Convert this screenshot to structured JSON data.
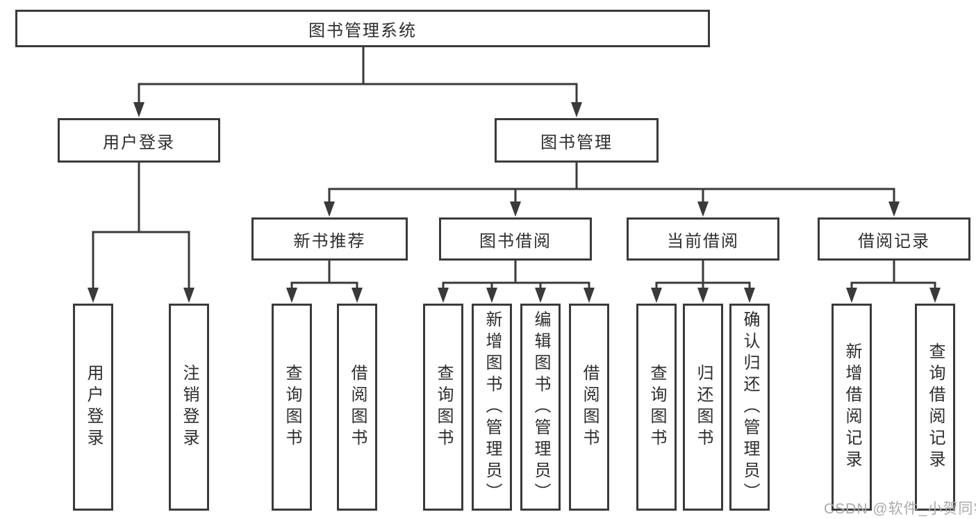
{
  "diagram": {
    "root": {
      "label": "图书管理系统"
    },
    "branches": [
      {
        "label": "用户登录",
        "children": [
          {
            "label": "用户登录"
          },
          {
            "label": "注销登录"
          }
        ]
      },
      {
        "label": "图书管理",
        "children": [
          {
            "label": "新书推荐",
            "children": [
              {
                "label": "查询图书"
              },
              {
                "label": "借阅图书"
              }
            ]
          },
          {
            "label": "图书借阅",
            "children": [
              {
                "label": "查询图书"
              },
              {
                "label": "新增图书（管理员）"
              },
              {
                "label": "编辑图书（管理员）"
              },
              {
                "label": "借阅图书"
              }
            ]
          },
          {
            "label": "当前借阅",
            "children": [
              {
                "label": "查询图书"
              },
              {
                "label": "归还图书"
              },
              {
                "label": "确认归还（管理员）"
              }
            ]
          },
          {
            "label": "借阅记录",
            "children": [
              {
                "label": "新增借阅记录"
              },
              {
                "label": "查询借阅记录"
              }
            ]
          }
        ]
      }
    ]
  },
  "watermark": {
    "text": "CSDN @软件_小贺同学"
  },
  "colors": {
    "line": "#3a3a3a",
    "text": "#2d2d2d",
    "watermark": "#aaaaaa",
    "background": "#ffffff"
  }
}
